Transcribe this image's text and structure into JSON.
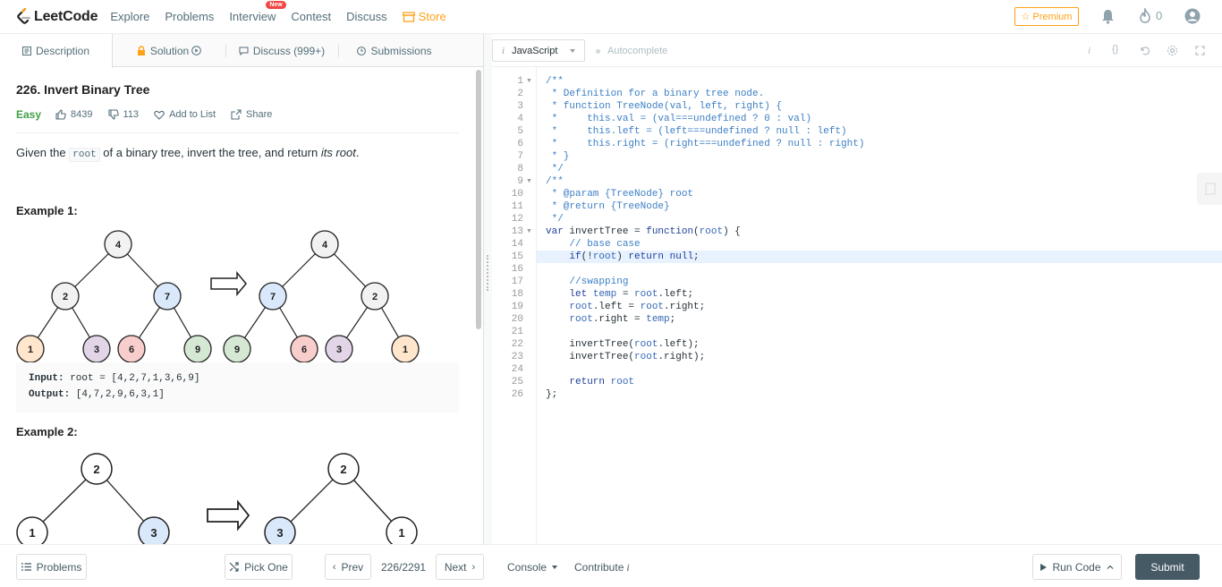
{
  "nav": {
    "logo_text": "LeetCode",
    "links": [
      "Explore",
      "Problems",
      "Interview",
      "Contest",
      "Discuss"
    ],
    "new_badge": "New",
    "store": "Store",
    "premium": "Premium",
    "streak_count": "0"
  },
  "tabs": [
    "Description",
    "Solution",
    "Discuss (999+)",
    "Submissions"
  ],
  "problem": {
    "title": "226. Invert Binary Tree",
    "difficulty": "Easy",
    "likes": "8439",
    "dislikes": "113",
    "add_to_list": "Add to List",
    "share": "Share",
    "desc_pre": "Given the ",
    "desc_code": "root",
    "desc_mid": " of a binary tree, invert the tree, and return ",
    "desc_em": "its root",
    "desc_post": ".",
    "example1_title": "Example 1:",
    "example1_input_label": "Input:",
    "example1_input": " root = [4,2,7,1,3,6,9]",
    "example1_output_label": "Output:",
    "example1_output": " [4,7,2,9,6,3,1]",
    "example2_title": "Example 2:",
    "tree1_before": [
      "4",
      "2",
      "7",
      "1",
      "3",
      "6",
      "9"
    ],
    "tree1_after": [
      "4",
      "7",
      "2",
      "9",
      "6",
      "3",
      "1"
    ],
    "tree2_before": [
      "2",
      "1",
      "3"
    ],
    "tree2_after": [
      "2",
      "3",
      "1"
    ]
  },
  "editor": {
    "language": "JavaScript",
    "language_icon": "i",
    "autocomplete": "Autocomplete",
    "highlighted_line": 15,
    "lines": [
      "/**",
      " * Definition for a binary tree node.",
      " * function TreeNode(val, left, right) {",
      " *     this.val = (val===undefined ? 0 : val)",
      " *     this.left = (left===undefined ? null : left)",
      " *     this.right = (right===undefined ? null : right)",
      " * }",
      " */",
      "/**",
      " * @param {TreeNode} root",
      " * @return {TreeNode}",
      " */",
      "var invertTree = function(root) {",
      "    // base case",
      "    if(!root) return null;",
      "",
      "    //swapping",
      "    let temp = root.left;",
      "    root.left = root.right;",
      "    root.right = temp;",
      "",
      "    invertTree(root.left);",
      "    invertTree(root.right);",
      "",
      "    return root",
      "};"
    ]
  },
  "bottom": {
    "problems": "Problems",
    "pick_one": "Pick One",
    "prev": "Prev",
    "pager": "226/2291",
    "next": "Next",
    "console": "Console",
    "contribute": "Contribute",
    "contribute_icon": "i",
    "run_code": "Run Code",
    "submit": "Submit"
  },
  "colors": {
    "accent": "#ffa116",
    "easy": "#43a047",
    "submit_bg": "#455a64",
    "highlight_line": "#e8f2ff"
  }
}
